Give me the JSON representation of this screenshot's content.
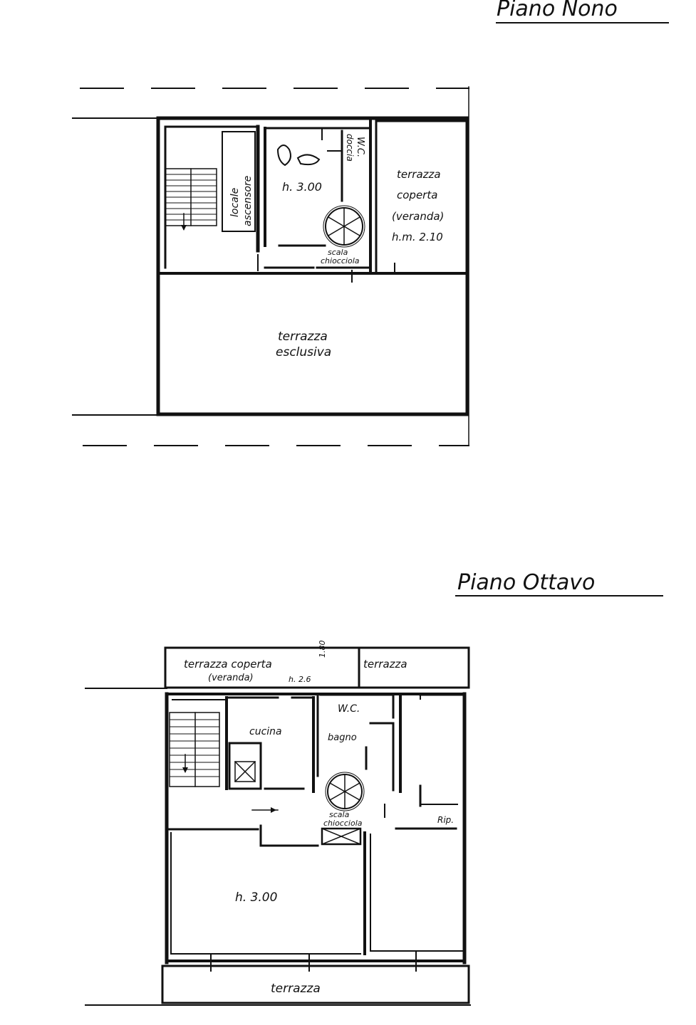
{
  "floors": {
    "nono": {
      "title": "Piano Nono",
      "labels": {
        "room_height": "h. 3.00",
        "lift_room_line1": "locale",
        "lift_room_line2": "ascensore",
        "wc_line1": "W.C.",
        "wc_line2": "doccia",
        "veranda_line1": "terrazza",
        "veranda_line2": "coperta",
        "veranda_line3": "(veranda)",
        "veranda_height": "h.m. 2.10",
        "spiral_line1": "scala",
        "spiral_line2": "chiocciola",
        "terrace_line1": "terrazza",
        "terrace_line2": "esclusiva"
      }
    },
    "ottavo": {
      "title": "Piano Ottavo",
      "labels": {
        "veranda_line1": "terrazza coperta",
        "veranda_line2": "(veranda)",
        "veranda_height": "h. 2.6",
        "dim_180": "1.80",
        "terrace_top": "terrazza",
        "kitchen": "cucina",
        "wc": "W.C.",
        "bath": "bagno",
        "spiral_line1": "scala",
        "spiral_line2": "chiocciola",
        "storage": "Rip.",
        "room_height": "h. 3.00",
        "terrace_bottom": "terrazza"
      }
    }
  },
  "colors": {
    "ink": "#111111",
    "paper": "#ffffff"
  }
}
